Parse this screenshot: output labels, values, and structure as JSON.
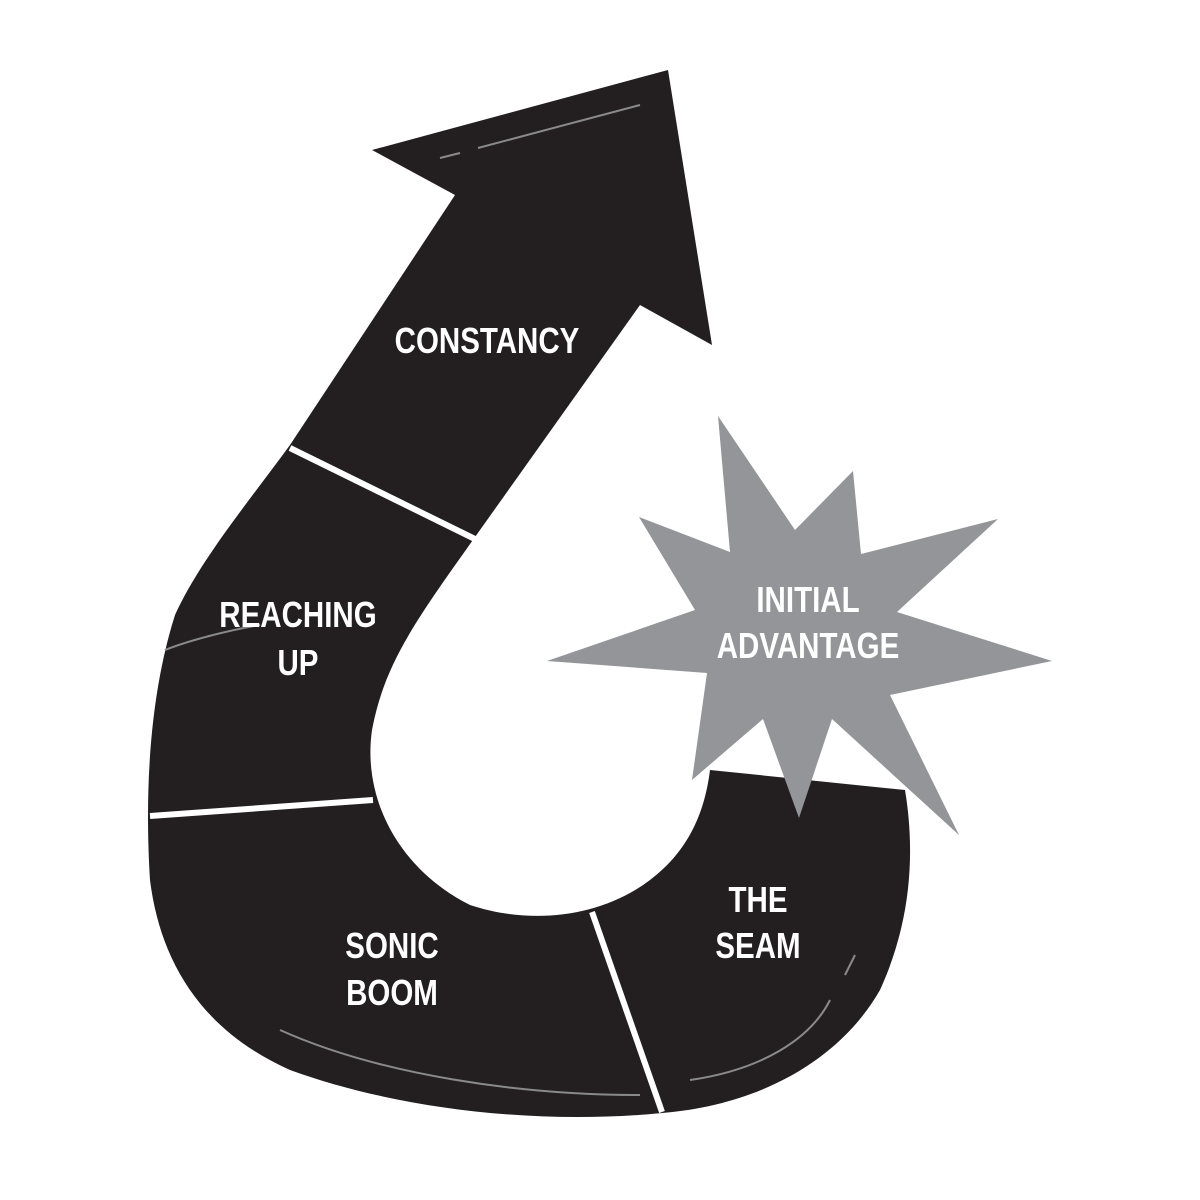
{
  "colors": {
    "arrow": "#231f20",
    "starburst": "#939598",
    "divider": "#ffffff",
    "text": "#ffffff"
  },
  "segments": [
    {
      "lines": [
        "CONSTANCY"
      ]
    },
    {
      "lines": [
        "REACHING",
        "UP"
      ]
    },
    {
      "lines": [
        "SONIC",
        "BOOM"
      ]
    },
    {
      "lines": [
        "THE",
        "SEAM"
      ]
    }
  ],
  "starburst": {
    "lines": [
      "INITIAL",
      "ADVANTAGE"
    ]
  }
}
